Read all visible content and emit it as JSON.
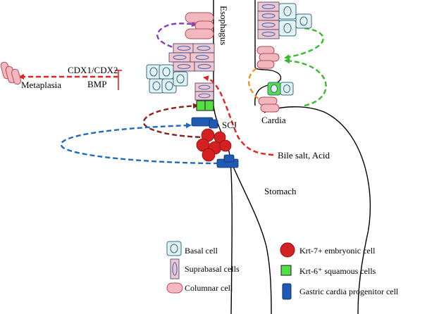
{
  "labels": {
    "esophagus": "Esophagus",
    "cardia": "Cardia",
    "scj": "SCJ",
    "stomach": "Stomach",
    "bile": "Bile salt, Acid",
    "metaplasia": "Metaplasia",
    "cdx": "CDX1/CDX2",
    "bmp": "BMP"
  },
  "legend": {
    "basal": "Basal cell",
    "suprabasal": "Suprabasal cells",
    "columnar": "Columnar cell",
    "krt7": "Krt-7+ embryonic cell",
    "krt6": "Krt-6⁺ squamous cells",
    "gastric": "Gastric cardia progenitor cell"
  },
  "colors": {
    "basal_fill": "#e4f2f2",
    "basal_edge": "#2c6e8f",
    "suprabasal_fill": "#f3c6cc",
    "suprabasal_nucleus": "#4a78c8",
    "columnar_fill": "#f2b8bd",
    "krt7": "#d42020",
    "krt6": "#55dd44",
    "gastric": "#1f5bb5",
    "arrow_red": "#e52222",
    "arrow_purple": "#8a3fb0",
    "arrow_green": "#3cb830",
    "arrow_orange": "#f29022",
    "arrow_darkred": "#8a1f1f",
    "arrow_blue": "#1e6bbf"
  }
}
